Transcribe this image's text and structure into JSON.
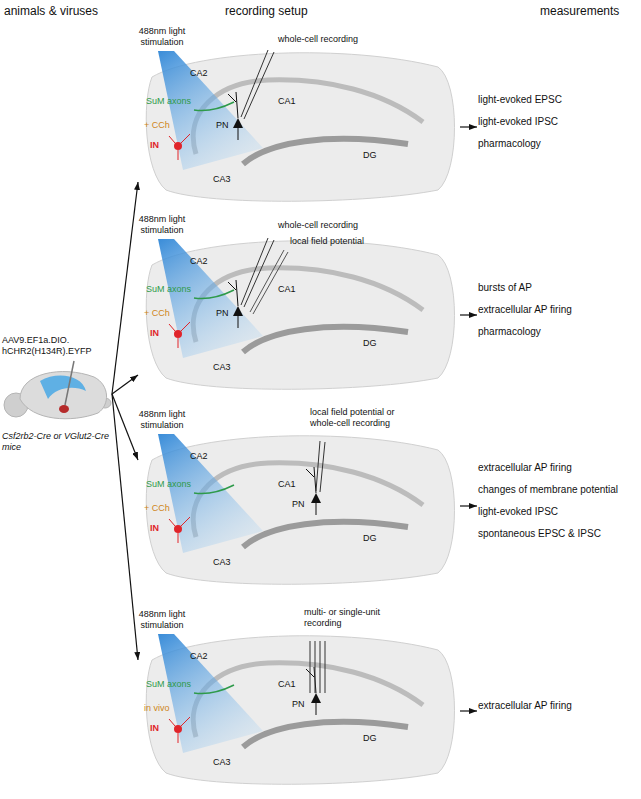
{
  "diagram": {
    "nodes": [
      {
        "text": [
          "AAV9.EF1a.DIO. hCHR2(H134R).EYFP",
          "Csf2rb2-Cre or VGlut2-Cre mice"
        ]
      },
      {
        "text": [
          "488nm light stimulation",
          "whole-cell recording",
          "CA2",
          "SuM axons",
          "PN",
          "CA1",
          "IN",
          "DG",
          "+ CCh",
          "CA3"
        ]
      },
      {
        "text": [
          "488nm light stimulation",
          "whole-cell recording",
          "local field potential",
          "CA2",
          "SuM axons",
          "PN",
          "CA1",
          "IN",
          "DG",
          "+ CCh",
          "CA3"
        ]
      },
      {
        "text": [
          "488nm light stimulation",
          "local field potential or whole-cell recording",
          "CA2",
          "SuM axons",
          "PN",
          "CA1",
          "IN",
          "DG",
          "+ CCh",
          "CA3"
        ]
      },
      {
        "text": [
          "488nm light stimulation",
          "multi- or single-unit recording",
          "CA2",
          "SuM axons",
          "PN",
          "CA1",
          "IN",
          "DG",
          "in vivo",
          "CA3"
        ]
      },
      {
        "text": [
          "light-evoked EPSC",
          "light-evoked IPSC",
          "pharmacology"
        ]
      },
      {
        "text": [
          "bursts of AP",
          "extracellular AP firing",
          "pharmacology"
        ]
      },
      {
        "text": [
          "extracellular AP firing",
          "changes of membrane potential",
          "light-evoked IPSC",
          "spontaneous EPSC & IPSC"
        ]
      },
      {
        "text": [
          "extracellular AP firing"
        ]
      }
    ],
    "edges": [
      {
        "from": 0,
        "to": 1,
        "arrow": "to"
      },
      {
        "from": 0,
        "to": 2,
        "arrow": "to"
      },
      {
        "from": 0,
        "to": 3,
        "arrow": "to"
      },
      {
        "from": 0,
        "to": 4,
        "arrow": "to"
      },
      {
        "from": 1,
        "to": 5,
        "arrow": "to"
      },
      {
        "from": 2,
        "to": 6,
        "arrow": "to"
      },
      {
        "from": 3,
        "to": 7,
        "arrow": "to"
      },
      {
        "from": 4,
        "to": 8,
        "arrow": "to"
      }
    ],
    "labels": [
      "animals & viruses",
      "recording setup",
      "measurements"
    ]
  }
}
